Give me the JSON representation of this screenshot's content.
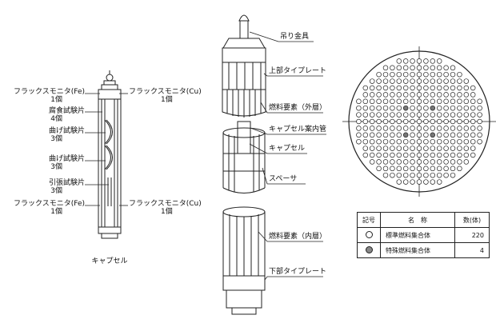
{
  "capsule": {
    "caption": "キャプセル",
    "left_labels": [
      {
        "name": "フラックスモニタ(Fe)",
        "count": "1個"
      },
      {
        "name": "腐食試験片",
        "count": "4個"
      },
      {
        "name": "曲げ試験片",
        "count": "3個"
      },
      {
        "name": "曲げ試験片",
        "count": "3個"
      },
      {
        "name": "引張試験片",
        "count": "3個"
      },
      {
        "name": "フラックスモニタ(Fe)",
        "count": "1個"
      }
    ],
    "right_labels": [
      {
        "name": "フラックスモニタ(Cu)",
        "count": "1個"
      },
      {
        "name": "フラックスモニタ(Cu)",
        "count": "1個"
      }
    ]
  },
  "assembly_labels": [
    "吊り金具",
    "上部タイプレート",
    "燃料要素（外層）",
    "キャプセル案内管",
    "キャプセル",
    "スペーサ",
    "燃料要素（内層）",
    "下部タイプレート"
  ],
  "legend": {
    "headers": {
      "symbol": "記号",
      "name": "名　称",
      "count": "数(体)"
    },
    "rows": [
      {
        "symbol": "standard-circle",
        "name": "標準燃料集合体",
        "count": "220"
      },
      {
        "symbol": "special-circle",
        "name": "特殊燃料集合体",
        "count": "4"
      }
    ]
  },
  "core_map": {
    "standard_count": 220,
    "special_count": 4
  }
}
